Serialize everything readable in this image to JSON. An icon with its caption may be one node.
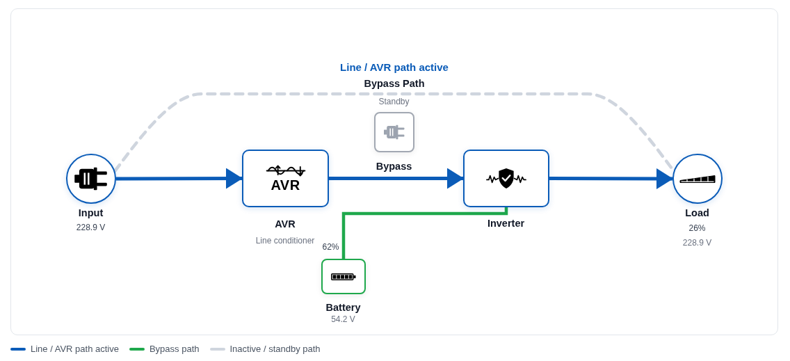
{
  "diagram": {
    "nodes": [
      {
        "text": [
          "Input",
          "228.9 V"
        ]
      },
      {
        "text": [
          "AVR",
          "AVR",
          "Line conditioner"
        ]
      },
      {
        "text": [
          "Bypass"
        ],
        "beside": [
          "Standby"
        ]
      },
      {
        "text": [
          "Inverter"
        ]
      },
      {
        "text": [
          "Load",
          "26%",
          "228.9 V"
        ]
      },
      {
        "text": [
          "Battery",
          "54.2 V"
        ],
        "beside": [
          "62%"
        ]
      }
    ],
    "edges": [
      {
        "from": 0,
        "to": 1,
        "arrow": "to"
      },
      {
        "from": 1,
        "to": 3,
        "arrow": "to"
      },
      {
        "from": 3,
        "to": 4,
        "arrow": "to"
      },
      {
        "from": 0,
        "to": 4,
        "arrow": "none",
        "label": "Bypass Path",
        "style": "dashed",
        "color": "#cfd5de"
      },
      {
        "from": 5,
        "to": 3,
        "arrow": "none",
        "color": "#1fa84c"
      }
    ],
    "labels": [
      "Line / AVR path active"
    ],
    "legend": [
      {
        "text": "Line / AVR path active",
        "color": "#0b5cb8"
      },
      {
        "text": "Bypass path",
        "color": "#1fa84c"
      },
      {
        "text": "Inactive / standby path",
        "color": "#cfd5de"
      }
    ]
  }
}
